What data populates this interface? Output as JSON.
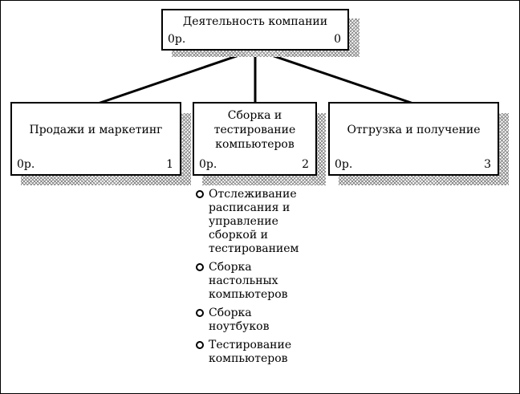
{
  "root": {
    "title": "Деятельность компании",
    "cost": "0р.",
    "number": "0"
  },
  "children": [
    {
      "title": "Продажи и маркетинг",
      "cost": "0р.",
      "number": "1"
    },
    {
      "title": "Сборка и\nтестирование\nкомпьютеров",
      "cost": "0р.",
      "number": "2"
    },
    {
      "title": "Отгрузка и получение",
      "cost": "0р.",
      "number": "3"
    }
  ],
  "subprocesses": [
    "Отслеживание\nрасписания и\nуправление\nсборкой и\nтестированием",
    "Сборка\nнастольных\nкомпьютеров",
    "Сборка\nноутбуков",
    "Тестирование\nкомпьютеров"
  ]
}
